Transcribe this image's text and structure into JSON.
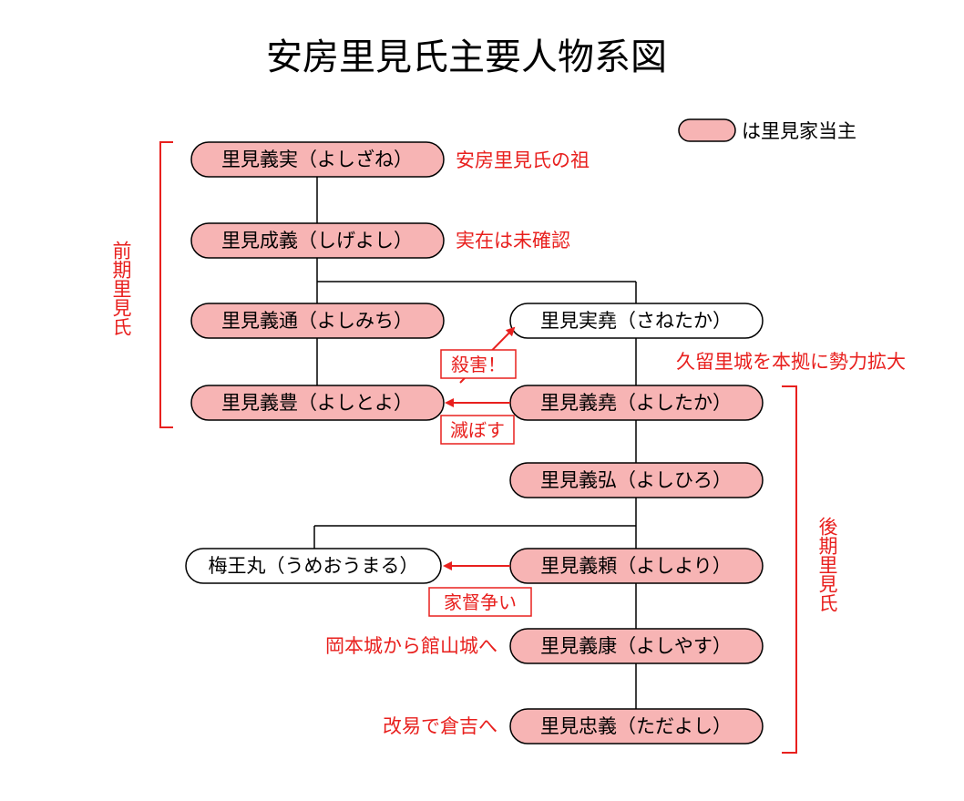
{
  "title": "安房里見氏主要人物系図",
  "legend": {
    "label": "は里見家当主"
  },
  "colors": {
    "head": "#f7b4b4",
    "plain": "#ffffff",
    "accent": "#e8201e",
    "line": "#000000"
  },
  "nodes": [
    {
      "id": "yoshizane",
      "label": "里見義実（よしざね）",
      "head": true
    },
    {
      "id": "shigeyoshi",
      "label": "里見成義（しげよし）",
      "head": true
    },
    {
      "id": "yoshimichi",
      "label": "里見義通（よしみち）",
      "head": true
    },
    {
      "id": "sanetaka",
      "label": "里見実堯（さねたか）",
      "head": false
    },
    {
      "id": "yoshitoyo",
      "label": "里見義豊（よしとよ）",
      "head": true
    },
    {
      "id": "yoshitaka",
      "label": "里見義堯（よしたか）",
      "head": true
    },
    {
      "id": "yoshihiro",
      "label": "里見義弘（よしひろ）",
      "head": true
    },
    {
      "id": "umeomaru",
      "label": "梅王丸（うめおうまる）",
      "head": false
    },
    {
      "id": "yoshiyori",
      "label": "里見義頼（よしより）",
      "head": true
    },
    {
      "id": "yoshiyasu",
      "label": "里見義康（よしやす）",
      "head": true
    },
    {
      "id": "tadayoshi",
      "label": "里見忠義（ただよし）",
      "head": true
    }
  ],
  "notes": [
    {
      "id": "note-founder",
      "text": "安房里見氏の祖"
    },
    {
      "id": "note-unconfirmed",
      "text": "実在は未確認"
    },
    {
      "id": "note-kururi",
      "text": "久留里城を本拠に勢力拡大"
    },
    {
      "id": "note-tateyama",
      "text": "岡本城から館山城へ"
    },
    {
      "id": "note-kurayoshi",
      "text": "改易で倉吉へ"
    }
  ],
  "actions": [
    {
      "id": "action-murder",
      "text": "殺害！"
    },
    {
      "id": "action-destroy",
      "text": "滅ぼす"
    },
    {
      "id": "action-succession",
      "text": "家督争い"
    }
  ],
  "groups": [
    {
      "id": "early",
      "label": "前期里見氏"
    },
    {
      "id": "late",
      "label": "後期里見氏"
    }
  ]
}
